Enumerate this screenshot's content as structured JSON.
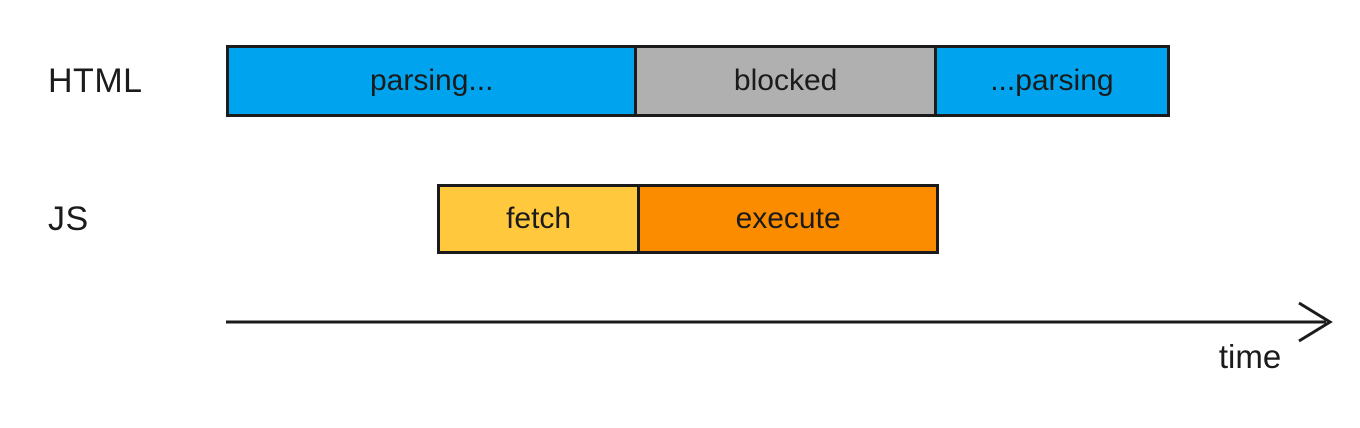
{
  "diagram": {
    "rows": [
      {
        "label": "HTML",
        "segments": [
          {
            "label": "parsing...",
            "color": "#00a3ee"
          },
          {
            "label": "blocked",
            "color": "#b0b0b0"
          },
          {
            "label": "...parsing",
            "color": "#00a3ee"
          }
        ]
      },
      {
        "label": "JS",
        "segments": [
          {
            "label": "fetch",
            "color": "#ffc83d"
          },
          {
            "label": "execute",
            "color": "#fb8c00"
          }
        ]
      }
    ],
    "axis": {
      "label": "time"
    },
    "colors": {
      "outline": "#1b1b1b",
      "text": "#1b1b1b",
      "background": "#ffffff"
    }
  }
}
